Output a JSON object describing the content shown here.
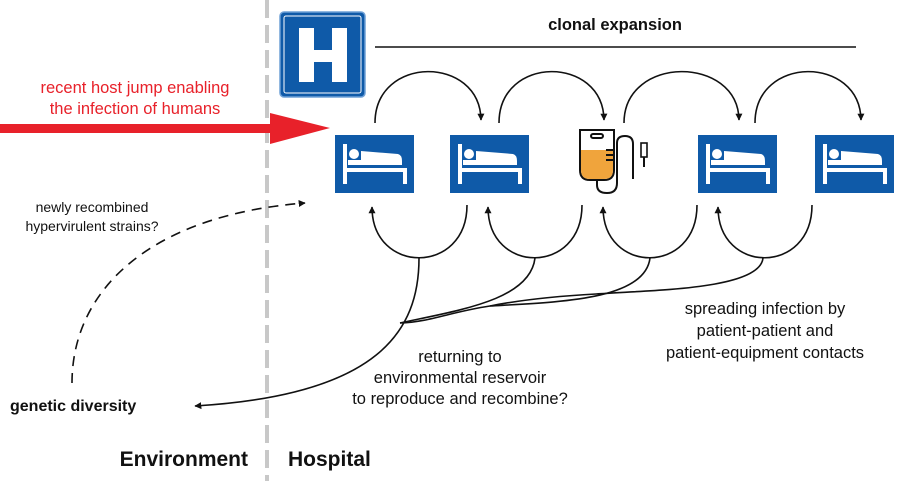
{
  "colors": {
    "accent_red": "#e8212a",
    "hospital_blue": "#0f5aa8",
    "iv_fluid": "#f0a43c",
    "divider": "#c8c8c8"
  },
  "icons": [
    "hospital-sign-icon",
    "bed-icon",
    "iv-bag-icon"
  ],
  "hospital_sign": {
    "letter": "H"
  },
  "labels": {
    "clonal_expansion": "clonal expansion",
    "host_jump": [
      "recent host jump enabling",
      "the infection of humans"
    ],
    "recombined": [
      "newly recombined",
      "hypervirulent strains?"
    ],
    "genetic_diversity": "genetic diversity",
    "returning": [
      "returning to",
      "environmental reservoir",
      "to reproduce and recombine?"
    ],
    "spreading": [
      "spreading infection by",
      "patient-patient and",
      "patient-equipment contacts"
    ],
    "environment": "Environment",
    "hospital": "Hospital"
  }
}
